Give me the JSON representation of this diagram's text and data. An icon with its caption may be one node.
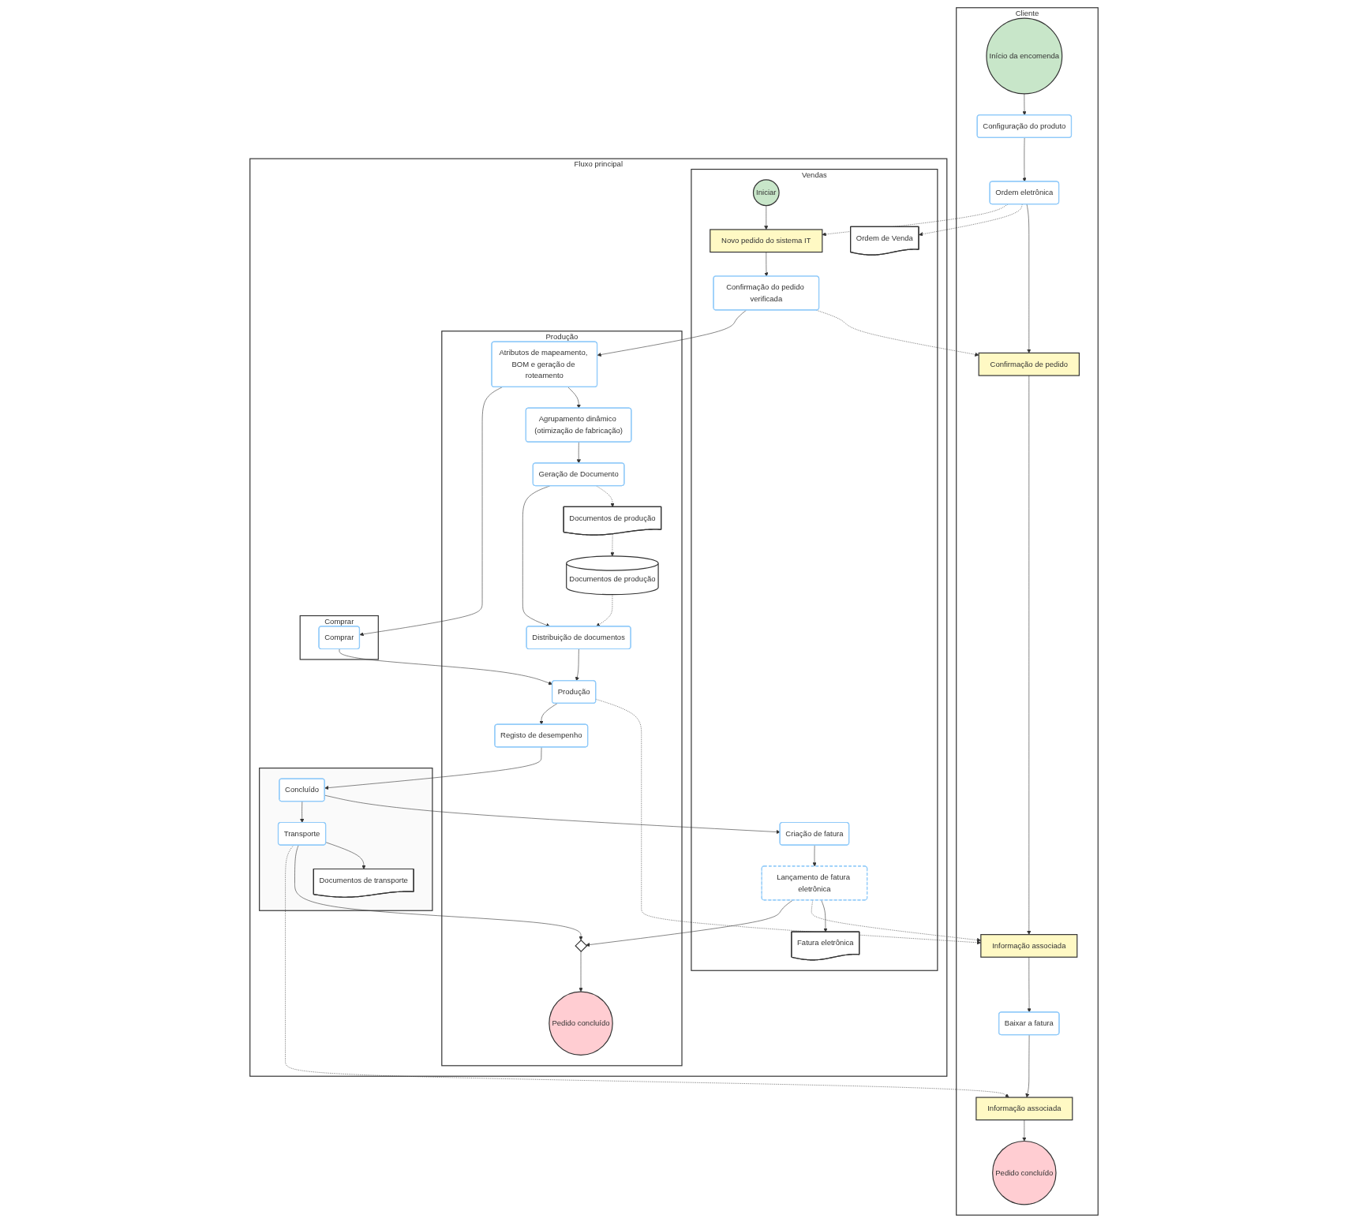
{
  "diagram": {
    "nodes": [
      {
        "text": [
          "Cliente"
        ]
      },
      {
        "text": [
          "Início da encomenda"
        ],
        "in": 0
      },
      {
        "text": [
          "Configuração do produto"
        ],
        "in": 0
      },
      {
        "text": [
          "Ordem eletrônica"
        ],
        "in": 0
      },
      {
        "text": [
          "Confirmação de pedido"
        ],
        "in": 0
      },
      {
        "text": [
          "Informação associada"
        ],
        "in": 0
      },
      {
        "text": [
          "Baixar a fatura"
        ],
        "in": 0
      },
      {
        "text": [
          "Informação associada"
        ],
        "in": 0
      },
      {
        "text": [
          "Pedido concluído"
        ],
        "in": 0
      },
      {
        "text": [
          "Fluxo principal"
        ]
      },
      {
        "text": [
          "Vendas"
        ],
        "in": 9
      },
      {
        "text": [
          "Ordem de Venda"
        ],
        "in": 10
      },
      {
        "text": [
          "Novo pedido do sistema IT"
        ],
        "in": 10
      },
      {
        "text": [
          "Confirmação do pedido verificada"
        ],
        "in": 10
      },
      {
        "text": [
          "Criação de fatura"
        ],
        "in": 10
      },
      {
        "text": [
          "Lançamento de fatura eletrônica"
        ],
        "in": 10
      },
      {
        "text": [
          "Fatura eletrônica"
        ],
        "in": 10
      },
      {
        "text": [
          "Iniciar"
        ],
        "in": 10
      },
      {
        "text": [
          "Produção"
        ],
        "in": 9
      },
      {
        "text": [
          "Documentos de produção"
        ],
        "in": 18
      },
      {
        "text": [
          "Atributos de mapeamento, BOM e geração de roteamento"
        ],
        "in": 18
      },
      {
        "text": [
          "Distribuição de documentos"
        ],
        "in": 18
      },
      {
        "text": [
          "Produção"
        ],
        "in": 18
      },
      {
        "text": [],
        "shape": "diamond",
        "in": 18
      },
      {
        "text": [
          "Pedido concluído"
        ],
        "in": 18
      },
      {
        "text": [
          "Documentos de produção"
        ],
        "in": 18
      },
      {
        "text": [
          "Agrupamento dinâmico (otimização de fabricação)"
        ],
        "in": 18
      },
      {
        "text": [
          "Geração de Documento"
        ],
        "in": 18
      },
      {
        "text": [
          "Registo de desempenho"
        ],
        "in": 18
      },
      {
        "text": [
          "Comprar"
        ],
        "in": 9
      },
      {
        "text": [
          "Comprar"
        ],
        "in": 29
      },
      {
        "text": [],
        "shape": "band",
        "in": 9
      },
      {
        "text": [
          "Concluído"
        ],
        "in": 31
      },
      {
        "text": [
          "Transporte"
        ],
        "in": 31
      },
      {
        "text": [
          "Documentos de transporte"
        ],
        "in": 31
      }
    ],
    "edges": [
      {
        "from": 1,
        "to": 2,
        "arrow": "to"
      },
      {
        "from": 2,
        "to": 3,
        "arrow": "to"
      },
      {
        "from": 3,
        "to": 4,
        "arrow": "to"
      },
      {
        "from": 4,
        "to": 5,
        "arrow": "to"
      },
      {
        "from": 5,
        "to": 6,
        "arrow": "to"
      },
      {
        "from": 6,
        "to": 7,
        "arrow": "to"
      },
      {
        "from": 7,
        "to": 8,
        "arrow": "to"
      },
      {
        "from": 3,
        "to": 11,
        "arrow": "to",
        "style": "dashed"
      },
      {
        "from": 3,
        "to": 12,
        "arrow": "to",
        "style": "dashed"
      },
      {
        "from": 17,
        "to": 12,
        "arrow": "to"
      },
      {
        "from": 12,
        "to": 13,
        "arrow": "to"
      },
      {
        "from": 13,
        "to": 4,
        "arrow": "to",
        "style": "dashed"
      },
      {
        "from": 13,
        "to": 20,
        "arrow": "to"
      },
      {
        "from": 14,
        "to": 15,
        "arrow": "to"
      },
      {
        "from": 15,
        "to": 16,
        "arrow": "to"
      },
      {
        "from": 15,
        "to": 5,
        "arrow": "to",
        "style": "dashed"
      },
      {
        "from": 15,
        "to": 23,
        "arrow": "to"
      },
      {
        "from": 22,
        "to": 5,
        "arrow": "to",
        "style": "dashed"
      },
      {
        "from": 19,
        "to": 21,
        "arrow": "to",
        "style": "dashed"
      },
      {
        "from": 25,
        "to": 19,
        "arrow": "to",
        "style": "dashed"
      },
      {
        "from": 27,
        "to": 25,
        "arrow": "to",
        "style": "dashed"
      },
      {
        "from": 20,
        "to": 26,
        "arrow": "to"
      },
      {
        "from": 26,
        "to": 27,
        "arrow": "to"
      },
      {
        "from": 27,
        "to": 21,
        "arrow": "to"
      },
      {
        "from": 21,
        "to": 22,
        "arrow": "to"
      },
      {
        "from": 20,
        "to": 30,
        "arrow": "to"
      },
      {
        "from": 30,
        "to": 22,
        "arrow": "to"
      },
      {
        "from": 22,
        "to": 28,
        "arrow": "to"
      },
      {
        "from": 28,
        "to": 32,
        "arrow": "to"
      },
      {
        "from": 32,
        "to": 14,
        "arrow": "to"
      },
      {
        "from": 32,
        "to": 33,
        "arrow": "to"
      },
      {
        "from": 33,
        "to": 34,
        "arrow": "to"
      },
      {
        "from": 33,
        "to": 23,
        "arrow": "to"
      },
      {
        "from": 33,
        "to": 7,
        "arrow": "to",
        "style": "dashed"
      },
      {
        "from": 23,
        "to": 24,
        "arrow": "to"
      }
    ]
  }
}
